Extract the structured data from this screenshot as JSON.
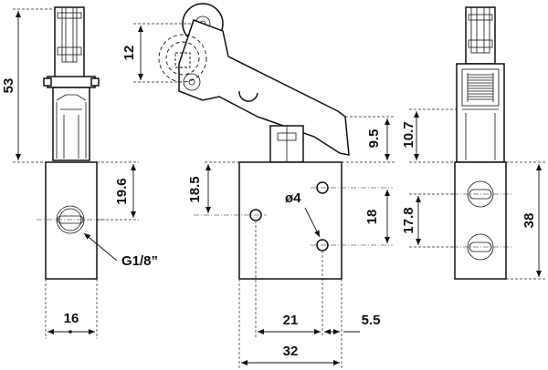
{
  "dimensions": {
    "left_height": "53",
    "left_port_height": "19.6",
    "left_width": "16",
    "thread_label": "G1/8”",
    "roller_offset": "12",
    "lever_clearance": "9.5",
    "port_height": "18.5",
    "hole_diameter": "ø4",
    "hole_spacing": "18",
    "hole_span": "21",
    "hole_edge": "5.5",
    "body_width": "32",
    "right_top": "10.7",
    "right_port": "17.8",
    "right_body_height": "38"
  }
}
